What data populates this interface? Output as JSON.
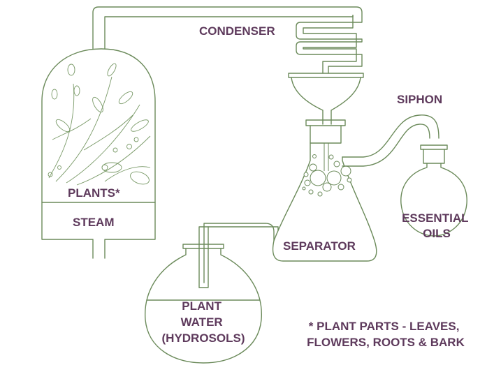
{
  "labels": {
    "condenser": "CONDENSER",
    "siphon": "SIPHON",
    "plants": "PLANTS*",
    "steam": "STEAM",
    "separator": "SEPARATOR",
    "essential_oils": [
      "ESSENTIAL",
      "OILS"
    ],
    "plant_water": [
      "PLANT",
      "WATER",
      "(HYDROSOLS)"
    ],
    "footnote": [
      "* PLANT PARTS - LEAVES,",
      "FLOWERS, ROOTS & BARK"
    ]
  },
  "colors": {
    "line": "#6b8a5a",
    "text": "#5e3a5c",
    "background": "#ffffff"
  }
}
